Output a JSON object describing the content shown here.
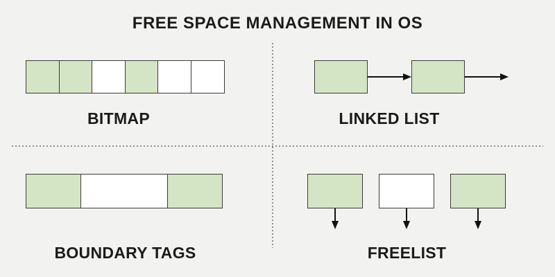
{
  "title": "FREE SPACE MANAGEMENT IN OS",
  "colors": {
    "background": "#f2f2f1",
    "block_filled": "#d4e5c6",
    "block_empty": "#ffffff",
    "border": "#3a3a3a",
    "arrow": "#111111",
    "divider_dots": "#8f8f8f",
    "text": "#1b1b1b"
  },
  "sections": {
    "bitmap": {
      "label": "BITMAP",
      "cells": [
        "filled",
        "filled",
        "empty",
        "filled",
        "empty",
        "empty"
      ]
    },
    "linked_list": {
      "label": "LINKED LIST",
      "nodes": [
        "filled",
        "filled"
      ]
    },
    "boundary_tags": {
      "label": "BOUNDARY TAGS",
      "segments": [
        {
          "state": "filled",
          "width": 80
        },
        {
          "state": "empty",
          "width": 127
        },
        {
          "state": "filled",
          "width": 80
        }
      ]
    },
    "freelist": {
      "label": "FREELIST",
      "blocks": [
        "filled",
        "empty",
        "filled"
      ]
    }
  }
}
